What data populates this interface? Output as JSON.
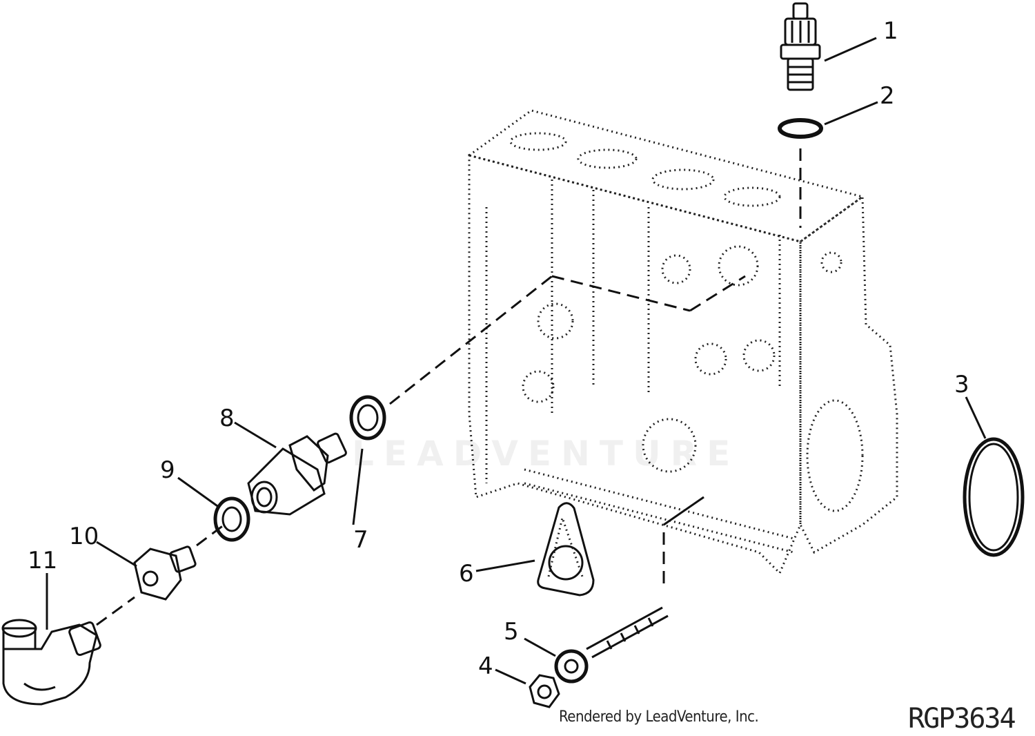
{
  "diagram": {
    "callouts": [
      {
        "id": "1",
        "label": "1"
      },
      {
        "id": "2",
        "label": "2"
      },
      {
        "id": "3",
        "label": "3"
      },
      {
        "id": "4",
        "label": "4"
      },
      {
        "id": "5",
        "label": "5"
      },
      {
        "id": "6",
        "label": "6"
      },
      {
        "id": "7",
        "label": "7"
      },
      {
        "id": "8",
        "label": "8"
      },
      {
        "id": "9",
        "label": "9"
      },
      {
        "id": "10",
        "label": "10"
      },
      {
        "id": "11",
        "label": "11"
      }
    ],
    "watermark": "LEADVENTURE",
    "credit": "Rendered by LeadVenture, Inc.",
    "figure_code": "RGP3634"
  }
}
